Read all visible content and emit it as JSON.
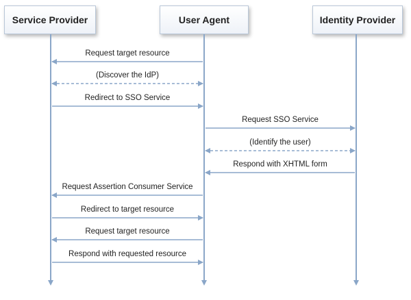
{
  "participants": [
    {
      "id": "sp",
      "name": "Service Provider"
    },
    {
      "id": "ua",
      "name": "User Agent"
    },
    {
      "id": "idp",
      "name": "Identity Provider"
    }
  ],
  "messages": [
    {
      "from": "ua",
      "to": "sp",
      "label": "Request target resource",
      "style": "solid",
      "arrows": "end"
    },
    {
      "from": "sp",
      "to": "ua",
      "label": "(Discover the IdP)",
      "style": "dashed",
      "arrows": "both"
    },
    {
      "from": "sp",
      "to": "ua",
      "label": "Redirect to SSO Service",
      "style": "solid",
      "arrows": "end"
    },
    {
      "from": "ua",
      "to": "idp",
      "label": "Request SSO Service",
      "style": "solid",
      "arrows": "end"
    },
    {
      "from": "ua",
      "to": "idp",
      "label": "(Identify the user)",
      "style": "dashed",
      "arrows": "both"
    },
    {
      "from": "idp",
      "to": "ua",
      "label": "Respond with XHTML form",
      "style": "solid",
      "arrows": "end"
    },
    {
      "from": "ua",
      "to": "sp",
      "label": "Request Assertion Consumer Service",
      "style": "solid",
      "arrows": "end"
    },
    {
      "from": "sp",
      "to": "ua",
      "label": "Redirect to target resource",
      "style": "solid",
      "arrows": "end"
    },
    {
      "from": "ua",
      "to": "sp",
      "label": "Request target resource",
      "style": "solid",
      "arrows": "end"
    },
    {
      "from": "sp",
      "to": "ua",
      "label": "Respond with requested resource",
      "style": "solid",
      "arrows": "end"
    }
  ],
  "colors": {
    "line": "#8aa6c8",
    "lifeline": "#8aa6c8",
    "text": "#222222"
  }
}
